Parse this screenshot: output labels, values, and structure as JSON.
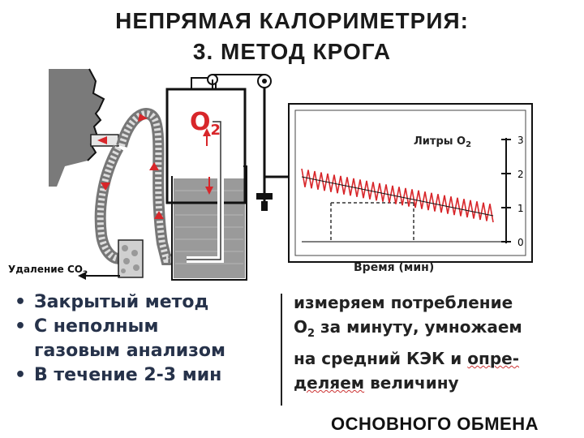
{
  "title": {
    "line1": "НЕПРЯМАЯ КАЛОРИМЕТРИЯ:",
    "line2": "3. МЕТОД КРОГА"
  },
  "diagram": {
    "o2_label": "O",
    "o2_sub": "2",
    "co2_removal_label": "Удаление СО",
    "co2_sub": "2",
    "recording_ylabel": "Литры О",
    "recording_ylabel_sub": "2",
    "recording_xlabel": "Время (мин)",
    "tick_labels": [
      "3",
      "2",
      "1",
      "0"
    ]
  },
  "bullets": [
    {
      "lines": [
        "Закрытый метод"
      ]
    },
    {
      "lines": [
        "С неполным",
        "газовым анализом"
      ]
    },
    {
      "lines": [
        "В течение 2-3 мин"
      ]
    }
  ],
  "right_text": {
    "line1": "измеряем потребление",
    "line2_o": "O",
    "line2_sub": "2",
    "line2_rest": " за минуту, умножаем",
    "line3_a": "на средний КЭК и ",
    "line3_b": "опре-",
    "line4_a": "деляем",
    "line4_b": " величину",
    "line5": "ОСНОВНОГО ОБМЕНА"
  },
  "colors": {
    "red": "#d8262a",
    "dark": "#1c1c1c",
    "bullet_text": "#26324a"
  }
}
